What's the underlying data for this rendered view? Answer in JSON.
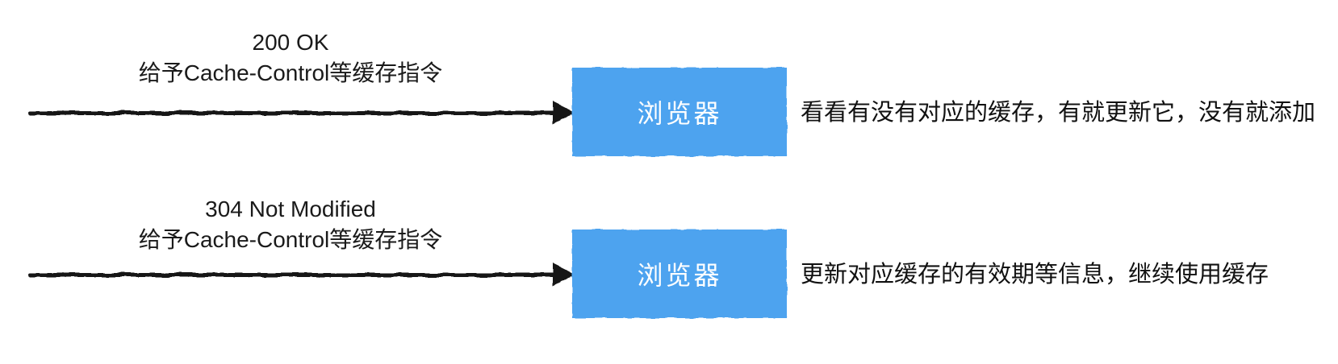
{
  "diagram": {
    "title": "browser-cache-response-flow",
    "background_color": "#ffffff",
    "node_fill_color": "#4EA3EF",
    "node_text_color": "#ffffff",
    "arrow_color": "#141414",
    "text_color": "#1a1a1a",
    "rows": [
      {
        "status_line": "200 OK",
        "directive_line": "给予Cache-Control等缓存指令",
        "arrow_icon": "right-arrow",
        "node_label": "浏览器",
        "annotation": "看看有没有对应的缓存，有就更新它，没有就添加"
      },
      {
        "status_line": "304 Not Modified",
        "directive_line": "给予Cache-Control等缓存指令",
        "arrow_icon": "right-arrow",
        "node_label": "浏览器",
        "annotation": "更新对应缓存的有效期等信息，继续使用缓存"
      }
    ]
  }
}
